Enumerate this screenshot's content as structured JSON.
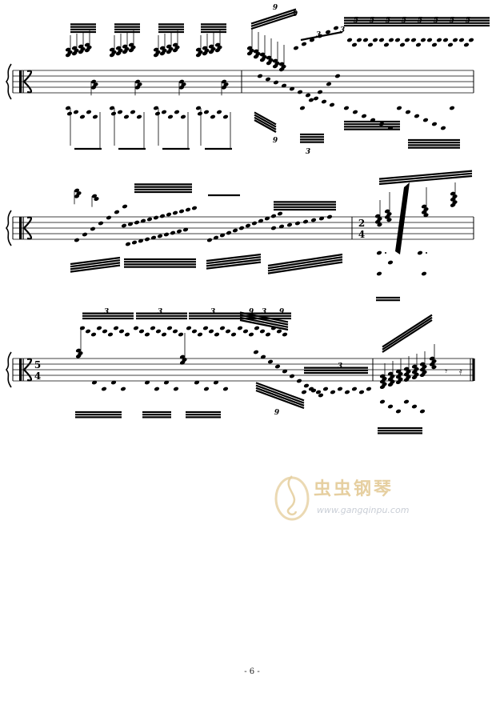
{
  "page": {
    "number_label": "- 6 -"
  },
  "watermark": {
    "site_name_cn": "虫虫钢琴",
    "url": "www.gangqinpu.com",
    "logo_icon": "treble-clef-swirl-icon",
    "colors": {
      "gold": "#e6cfa0",
      "gray": "#c9ced6"
    }
  },
  "score": {
    "systems": [
      {
        "id": 1,
        "clef": "alto-c-clef",
        "time_signature": null,
        "measures": 2,
        "tuplet_numbers": [
          "9",
          "9",
          "3",
          "3",
          "5",
          "5",
          "5",
          "5",
          "5",
          "5",
          "5",
          "5",
          "9",
          "3"
        ]
      },
      {
        "id": 2,
        "clef": "alto-c-clef",
        "time_signature": {
          "numerator": "2",
          "denominator": "4"
        },
        "measures": 2,
        "tuplet_numbers": []
      },
      {
        "id": 3,
        "clef": "alto-c-clef",
        "time_signature": {
          "numerator": "5",
          "denominator": "4"
        },
        "measures": 2,
        "tuplet_numbers": [
          "3",
          "3",
          "3",
          "3",
          "9",
          "9",
          "9",
          "3"
        ]
      }
    ]
  }
}
